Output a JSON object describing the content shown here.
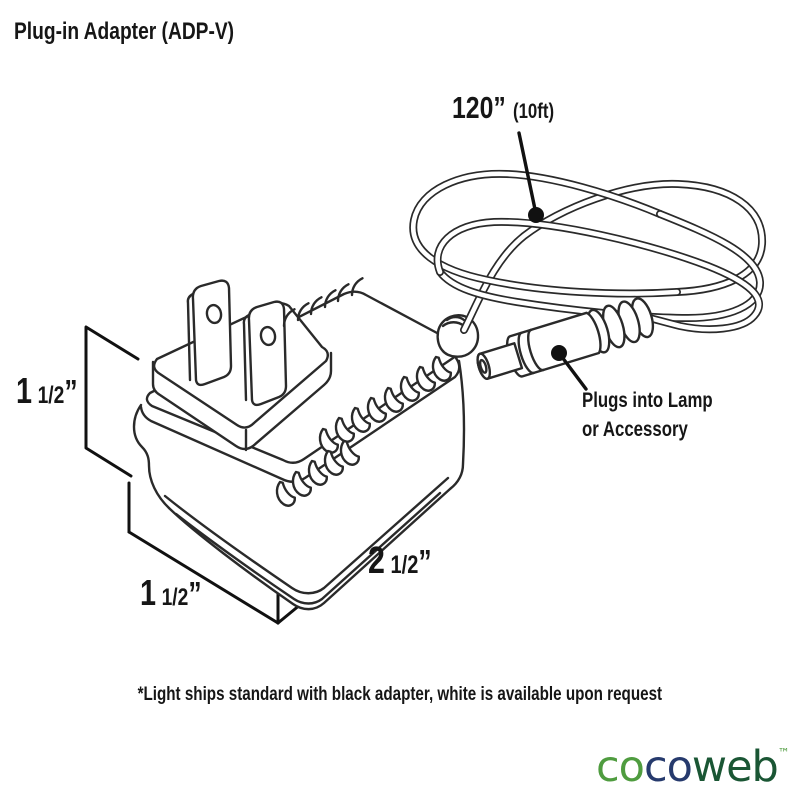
{
  "title": "Plug-in Adapter (ADP-V)",
  "annotations": {
    "cable_length": {
      "value": "120”",
      "alt": "(10ft)"
    },
    "plug_note": {
      "line1": "Plugs into Lamp",
      "line2": "or Accessory"
    }
  },
  "dimensions": {
    "height": {
      "whole": "1",
      "fraction": "1/2",
      "unit": "”"
    },
    "depth": {
      "whole": "1",
      "fraction": "1/2",
      "unit": "”"
    },
    "width": {
      "whole": "2",
      "fraction": "1/2",
      "unit": "”"
    }
  },
  "footnote": "*Light ships standard with black adapter, white is available upon request",
  "logo": {
    "segment1": "co",
    "segment2": "co",
    "segment3": "web",
    "trademark": "™",
    "colors": {
      "segment1": "#4f9c3f",
      "segment2": "#263a6d",
      "segment3": "#1a5634"
    }
  }
}
